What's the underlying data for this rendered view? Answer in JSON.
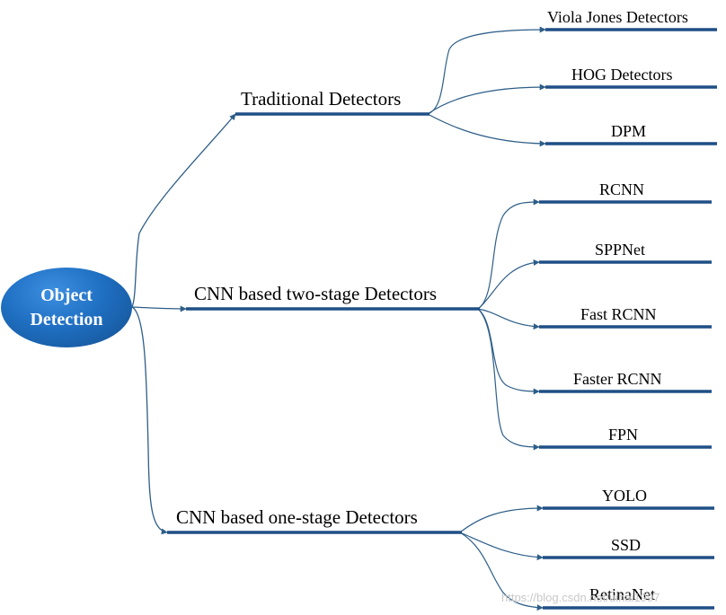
{
  "diagram": {
    "root": {
      "line1": "Object",
      "line2": "Detection"
    },
    "categories": [
      {
        "label": "Traditional Detectors",
        "children": [
          "Viola Jones Detectors",
          "HOG Detectors",
          "DPM"
        ]
      },
      {
        "label": "CNN based two-stage Detectors",
        "children": [
          "RCNN",
          "SPPNet",
          "Fast RCNN",
          "Faster RCNN",
          "FPN"
        ]
      },
      {
        "label": "CNN based one-stage Detectors",
        "children": [
          "YOLO",
          "SSD",
          "RetinaNet"
        ]
      }
    ],
    "colors": {
      "connector": "#2e5e88",
      "underline": "#1f4f85",
      "root_fill": "#1f6fc2",
      "root_text": "#ffffff"
    }
  },
  "watermark": "https://blog.csdn.net/uihai1997"
}
